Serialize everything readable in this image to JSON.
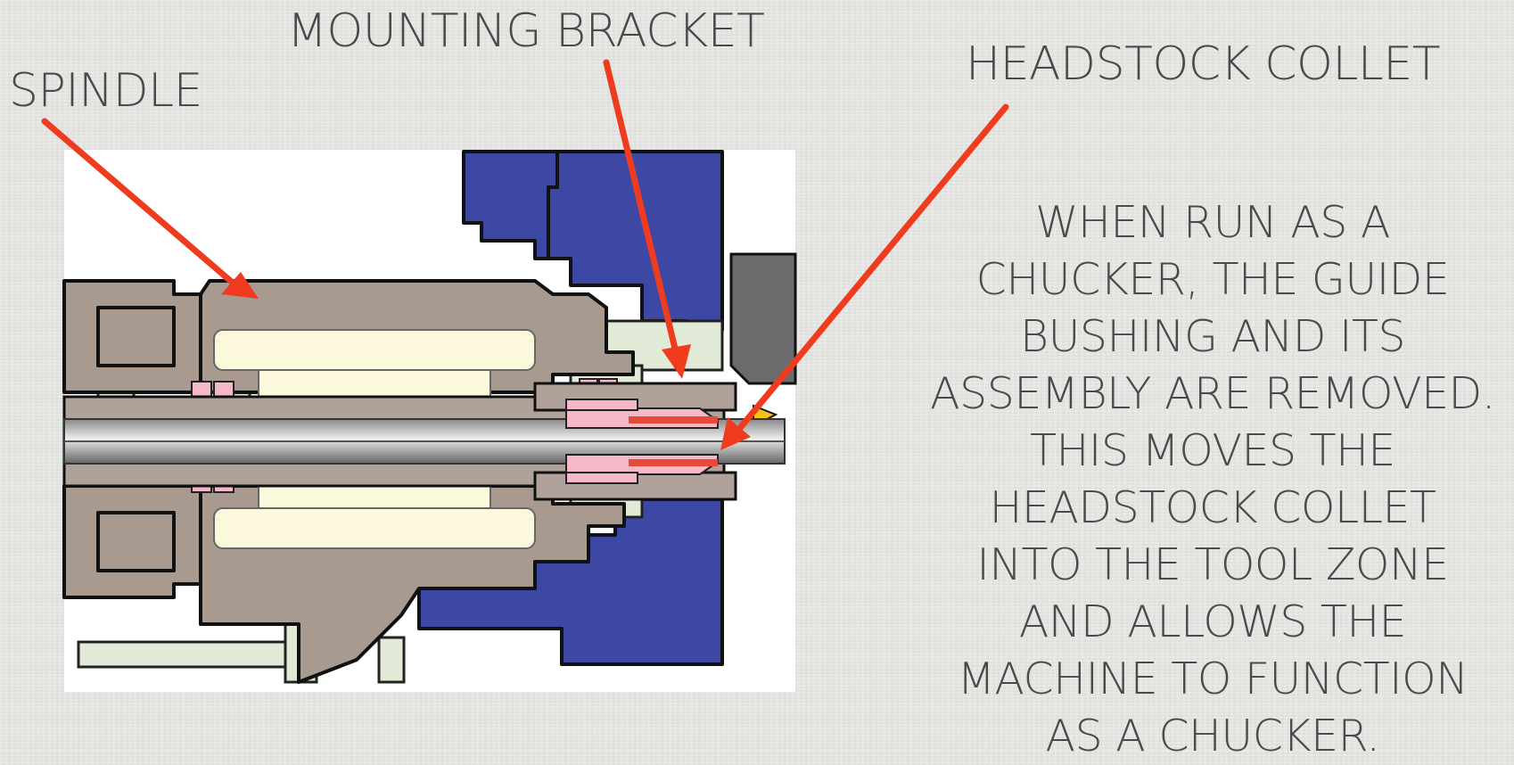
{
  "labels": {
    "spindle": "SPINDLE",
    "mounting_bracket": "MOUNTING BRACKET",
    "headstock_collet": "HEADSTOCK COLLET"
  },
  "description": [
    "WHEN RUN AS A",
    "CHUCKER, THE GUIDE",
    "BUSHING AND ITS",
    "ASSEMBLY ARE REMOVED.",
    "THIS MOVES THE",
    "HEADSTOCK COLLET",
    "INTO THE TOOL ZONE",
    "AND ALLOWS THE",
    "MACHINE TO FUNCTION",
    "AS A CHUCKER."
  ],
  "colors": {
    "arrow": "#f03c1e",
    "housing": "#a99a8f",
    "bracket": "#3d48a5",
    "rotor": "#fbf8dc",
    "collet": "#f4b8c8",
    "frame": "#e2ebd8",
    "tool": "#6b6b6d"
  }
}
